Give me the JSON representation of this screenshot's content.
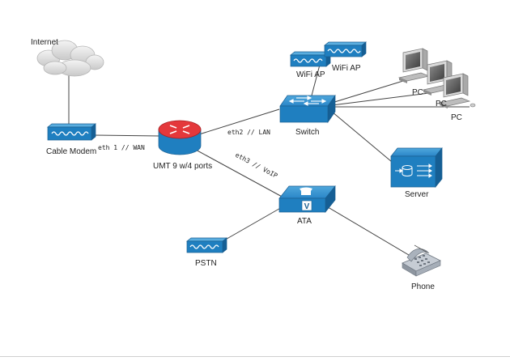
{
  "nodes": {
    "internet": "Internet",
    "cable_modem": "Cable Modem",
    "router": "UMT 9 w/4 ports",
    "switch": "Switch",
    "wifi_ap_1": "WiFi AP",
    "wifi_ap_2": "WiFi AP",
    "pc_1": "PC",
    "pc_2": "PC",
    "pc_3": "PC",
    "server": "Server",
    "ata": "ATA",
    "pstn": "PSTN",
    "phone": "Phone"
  },
  "links": {
    "wan": "eth 1 // WAN",
    "lan": "eth2 // LAN",
    "voip": "eth3 // VoIP"
  },
  "icons": {
    "ata_badge": "V"
  },
  "colors": {
    "device_blue": "#1f7fc0",
    "router_red": "#e4383b",
    "link": "#444444"
  }
}
